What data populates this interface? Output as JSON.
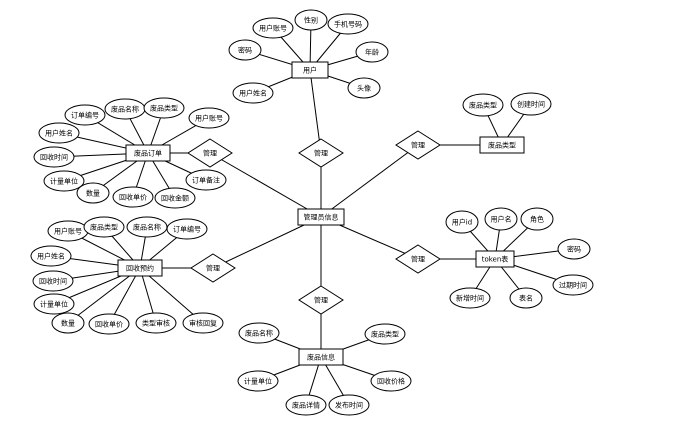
{
  "entities": {
    "yonghu": "用户",
    "admin": "管理员信息",
    "order": "废品订单",
    "recycle": "回收预约",
    "category": "废品类型",
    "token": "token表",
    "info": "废品信息"
  },
  "relations": {
    "r_user": "管理",
    "r_order": "管理",
    "r_recycle": "管理",
    "r_category": "管理",
    "r_token": "管理",
    "r_info": "管理"
  },
  "attrs": {
    "user": [
      "用户账号",
      "性别",
      "手机号码",
      "密码",
      "年龄",
      "用户姓名",
      "头像"
    ],
    "order": [
      "订单编号",
      "废品名称",
      "废品类型",
      "用户账号",
      "用户姓名",
      "回收时间",
      "计量单位",
      "数量",
      "回收单价",
      "回收金额",
      "订单备注"
    ],
    "recycle": [
      "用户账号",
      "废品类型",
      "废品名称",
      "订单编号",
      "用户姓名",
      "回收时间",
      "计量单位",
      "数量",
      "回收单价",
      "类型审核",
      "审核回复"
    ],
    "category": [
      "废品类型",
      "创建时间"
    ],
    "token": [
      "用户id",
      "用户名",
      "角色",
      "密码",
      "过期时间",
      "新增时间",
      "表名"
    ],
    "info": [
      "废品名称",
      "废品类型",
      "计量单位",
      "回收价格",
      "废品详情",
      "发布时间"
    ]
  }
}
